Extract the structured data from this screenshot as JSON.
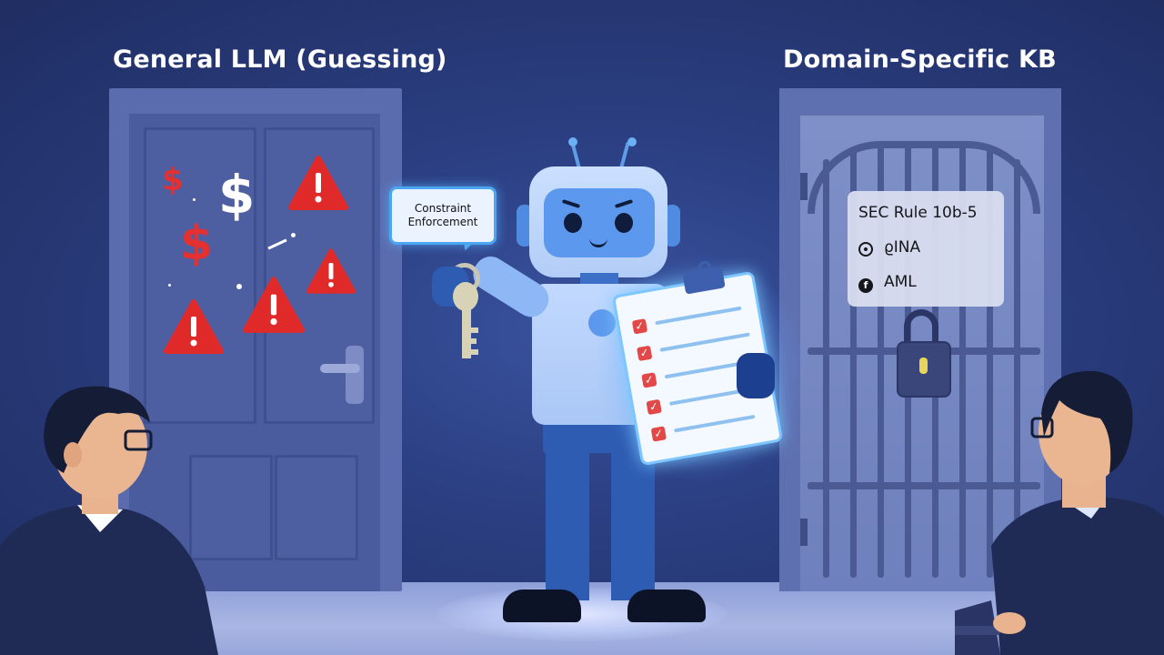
{
  "scene": {
    "description": "Illustration comparing a general LLM guessing vs a domain-specific knowledge base with a robot holding a key and a compliance checklist",
    "colors": {
      "background": "#2b3f82",
      "warning_red": "#e02a2a",
      "accent_blue": "#4aa6f0",
      "floor": "#a9b6e4"
    }
  },
  "left_panel": {
    "title": "General LLM (Guessing)",
    "icons": [
      "dollar-icon",
      "dollar-icon",
      "dollar-icon",
      "warning-icon",
      "warning-icon",
      "warning-icon",
      "warning-icon"
    ],
    "dollar_symbol": "$",
    "warning_symbol": "!"
  },
  "right_panel": {
    "title": "Domain-Specific KB",
    "rules": [
      {
        "icon": "circle-dot-icon",
        "label": "SEC Rule 10b-5",
        "glyph": ""
      },
      {
        "icon": "circle-dot-icon",
        "label": "ϱINA",
        "glyph": "⊙"
      },
      {
        "icon": "f-circle-icon",
        "label": "AML",
        "glyph": "f"
      }
    ]
  },
  "robot": {
    "speech_bubble": {
      "line1": "Constraint",
      "line2": "Enforcement"
    },
    "checklist": {
      "items": [
        {
          "checked": true,
          "mark": "✓"
        },
        {
          "checked": true,
          "mark": "✓"
        },
        {
          "checked": true,
          "mark": "✓"
        },
        {
          "checked": true,
          "mark": "✓"
        },
        {
          "checked": true,
          "mark": "✓"
        }
      ]
    }
  }
}
